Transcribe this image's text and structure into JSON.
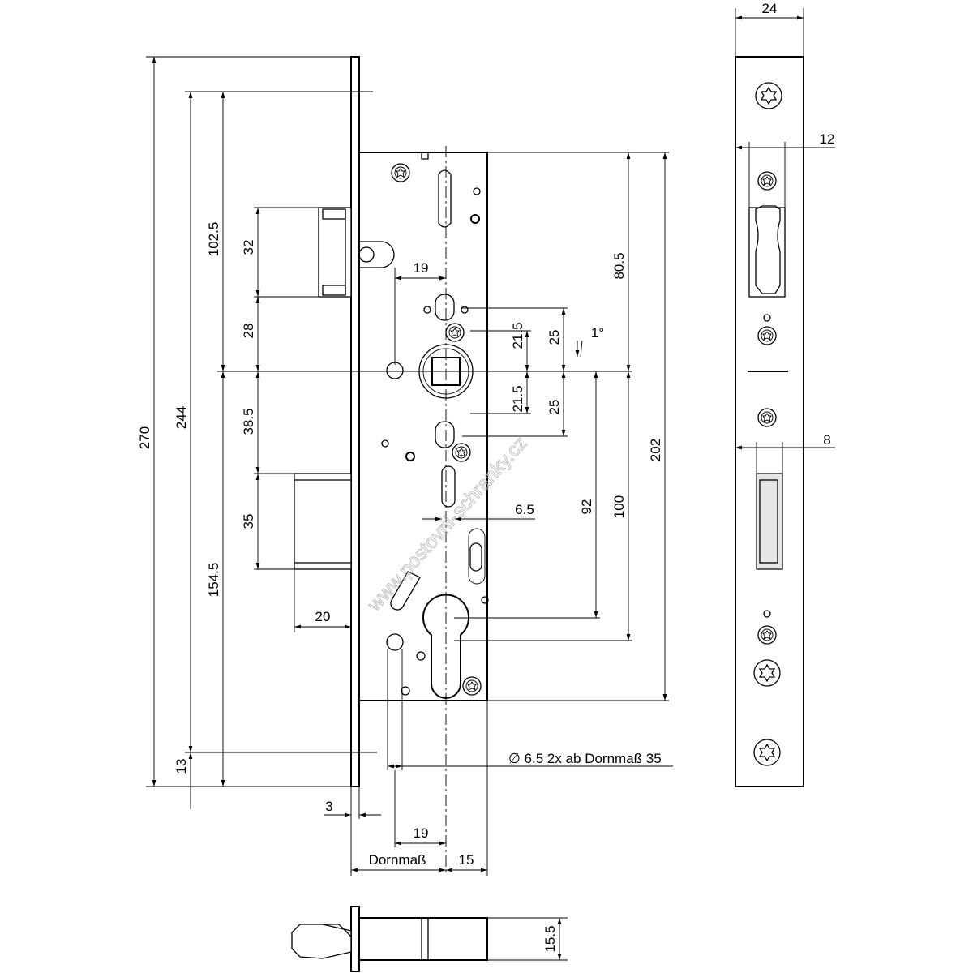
{
  "dimensions": {
    "overall_height": "270",
    "faceplate_span": "244",
    "top_section": "102.5",
    "latch_height": "32",
    "latch_to_follower": "28",
    "follower_to_bolt": "38.5",
    "bolt_height": "35",
    "lower_section": "154.5",
    "bottom_offset": "13",
    "bolt_throw": "20",
    "faceplate_thickness": "3",
    "backset_offset": "19",
    "backset_label": "Dornmaß",
    "case_offset": "15",
    "follower_spacing_top": "19",
    "upper_hole": "21.5",
    "upper_span": "25",
    "lower_hole": "21.5",
    "lower_span": "25",
    "slot_offset": "6.5",
    "cylinder_distance": "92",
    "cylinder_center": "100",
    "upper_case": "80.5",
    "case_height": "202",
    "angle": "1°",
    "hole_note": "∅ 6.5 2x ab Dornmaß 35",
    "faceplate_width": "24",
    "latch_width": "12",
    "bolt_width": "8",
    "bottom_view_height": "15.5"
  },
  "watermark": "www.postovni-schranky.cz"
}
